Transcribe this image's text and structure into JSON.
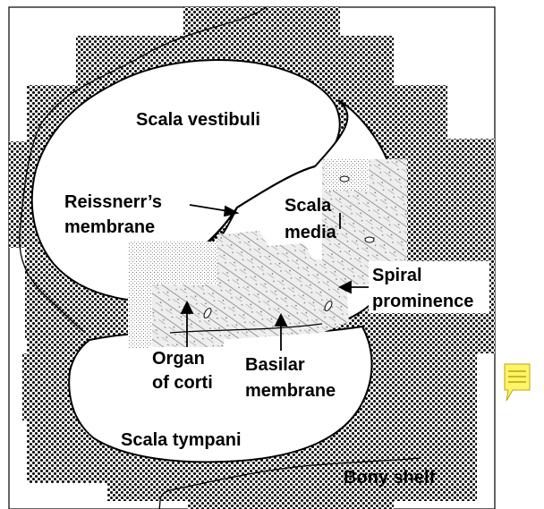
{
  "diagram": {
    "labels": {
      "scala_vestibuli": "Scala vestibuli",
      "reissners_line1": "Reissnerr’s",
      "reissners_line2": "membrane",
      "scala_media_line1": "Scala",
      "scala_media_line2": "media",
      "spiral_line1": "Spiral",
      "spiral_line2": "prominence",
      "organ_line1": "Organ",
      "organ_line2": "of corti",
      "basilar_line1": "Basilar",
      "basilar_line2": "membrane",
      "scala_tympani": "Scala tympani",
      "bony_shelf": "Bony shelf"
    },
    "colors": {
      "ink": "#000000",
      "paper": "#ffffff",
      "note_fill": "#fff36b",
      "note_stroke": "#b8a800"
    }
  },
  "note": {
    "icon": "sticky-note-icon"
  }
}
